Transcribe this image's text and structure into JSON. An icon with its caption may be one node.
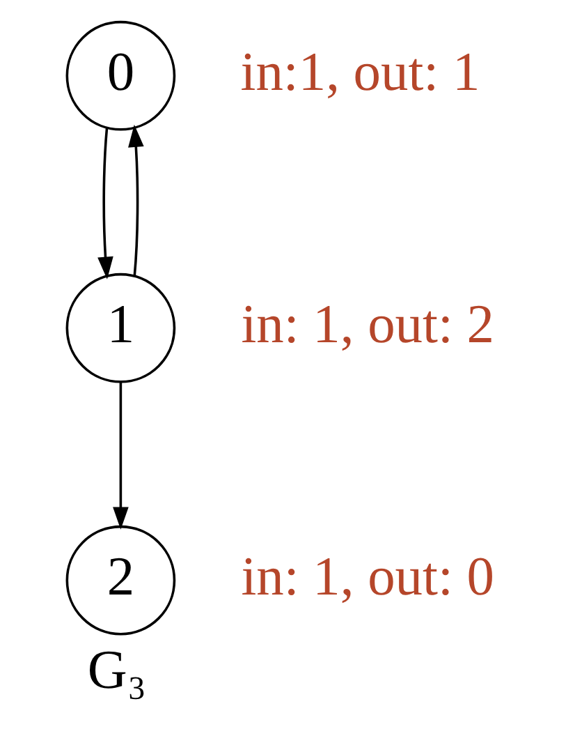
{
  "diagram": {
    "caption": "G₃",
    "nodes": [
      {
        "text": [
          "0"
        ],
        "beside": [
          "in:1, out: 1"
        ]
      },
      {
        "text": [
          "1"
        ],
        "beside": [
          "in: 1, out: 2"
        ]
      },
      {
        "text": [
          "2"
        ],
        "beside": [
          "in: 1, out: 0"
        ]
      }
    ],
    "edges": [
      {
        "from": 0,
        "to": 1,
        "arrow": "to"
      },
      {
        "from": 1,
        "to": 0,
        "arrow": "to"
      },
      {
        "from": 1,
        "to": 2,
        "arrow": "to"
      }
    ]
  }
}
